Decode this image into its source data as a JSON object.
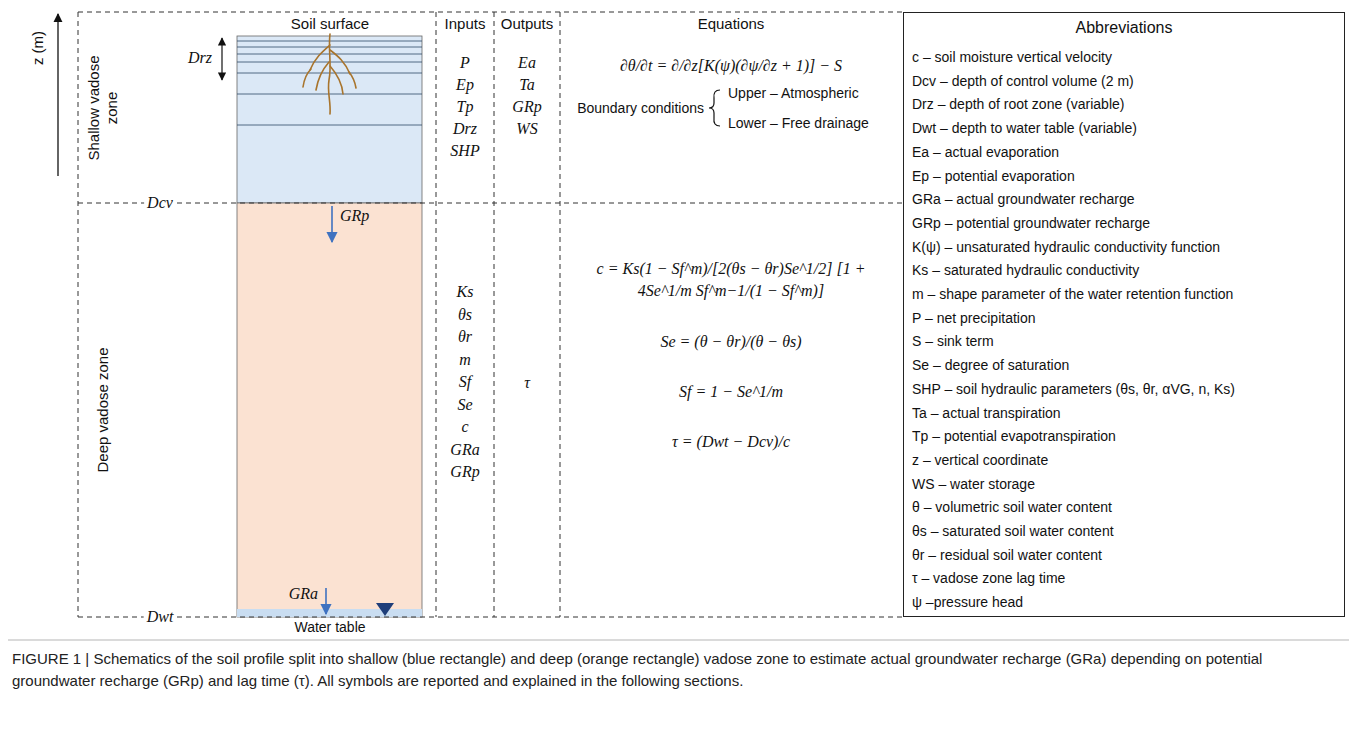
{
  "diagram": {
    "caption": "FIGURE 1 | Schematics of the soil profile split into shallow (blue rectangle) and deep (orange rectangle) vadose zone to estimate actual groundwater recharge (GRa) depending on potential groundwater recharge (GRp) and lag time (τ). All symbols are reported and explained in the following sections.",
    "nodes": [
      {
        "text": [
          "Abbreviations",
          "c – soil moisture vertical velocity",
          "Dcv – depth of control volume (2 m)",
          "Drz – depth of root zone (variable)",
          "Dwt – depth to water table (variable)",
          "Ea – actual evaporation",
          "Ep – potential evaporation",
          "GRa – actual groundwater recharge",
          "GRp – potential groundwater recharge",
          "K(ψ) – unsaturated hydraulic conductivity function",
          "Ks – saturated hydraulic conductivity",
          "m – shape parameter of the water retention function",
          "P – net precipitation",
          "S – sink term",
          "Se – degree of saturation",
          "SHP – soil hydraulic parameters (θs, θr, αVG, n, Ks)",
          "Ta – actual transpiration",
          "Tp – potential evapotranspiration",
          "z – vertical coordinate",
          "WS – water storage",
          "θ – volumetric soil water content",
          "θs – saturated soil water content",
          "θr – residual soil water content",
          "τ – vadose zone lag time",
          "ψ –pressure head"
        ]
      }
    ],
    "labels": [
      "z (m)",
      "Shallow vadose zone",
      "Deep vadose zone",
      "Soil surface",
      "Inputs",
      "Outputs",
      "Equations",
      "Drz",
      "Dcv",
      "Dwt",
      "GRp",
      "GRa",
      "Water table",
      "P",
      "Ep",
      "Tp",
      "Drz",
      "SHP",
      "Ea",
      "Ta",
      "GRp",
      "WS",
      "∂θ/∂t = ∂/∂z[K(ψ)(∂ψ/∂z + 1)] − S",
      "Boundary conditions",
      "Upper – Atmospheric",
      "Lower – Free drainage",
      "Ks",
      "θs",
      "θr",
      "m",
      "Sf",
      "Se",
      "c",
      "GRa",
      "GRp",
      "τ",
      "c = Ks(1 − Sf^m)/[2(θs − θr)Se^1/2] [1 + 4Se^1/m Sf^m−1/(1 − Sf^m)]",
      "Se = (θ − θr)/(θ − θs)",
      "Sf = 1 − Se^1/m",
      "τ = (Dwt − Dcv)/c"
    ]
  }
}
